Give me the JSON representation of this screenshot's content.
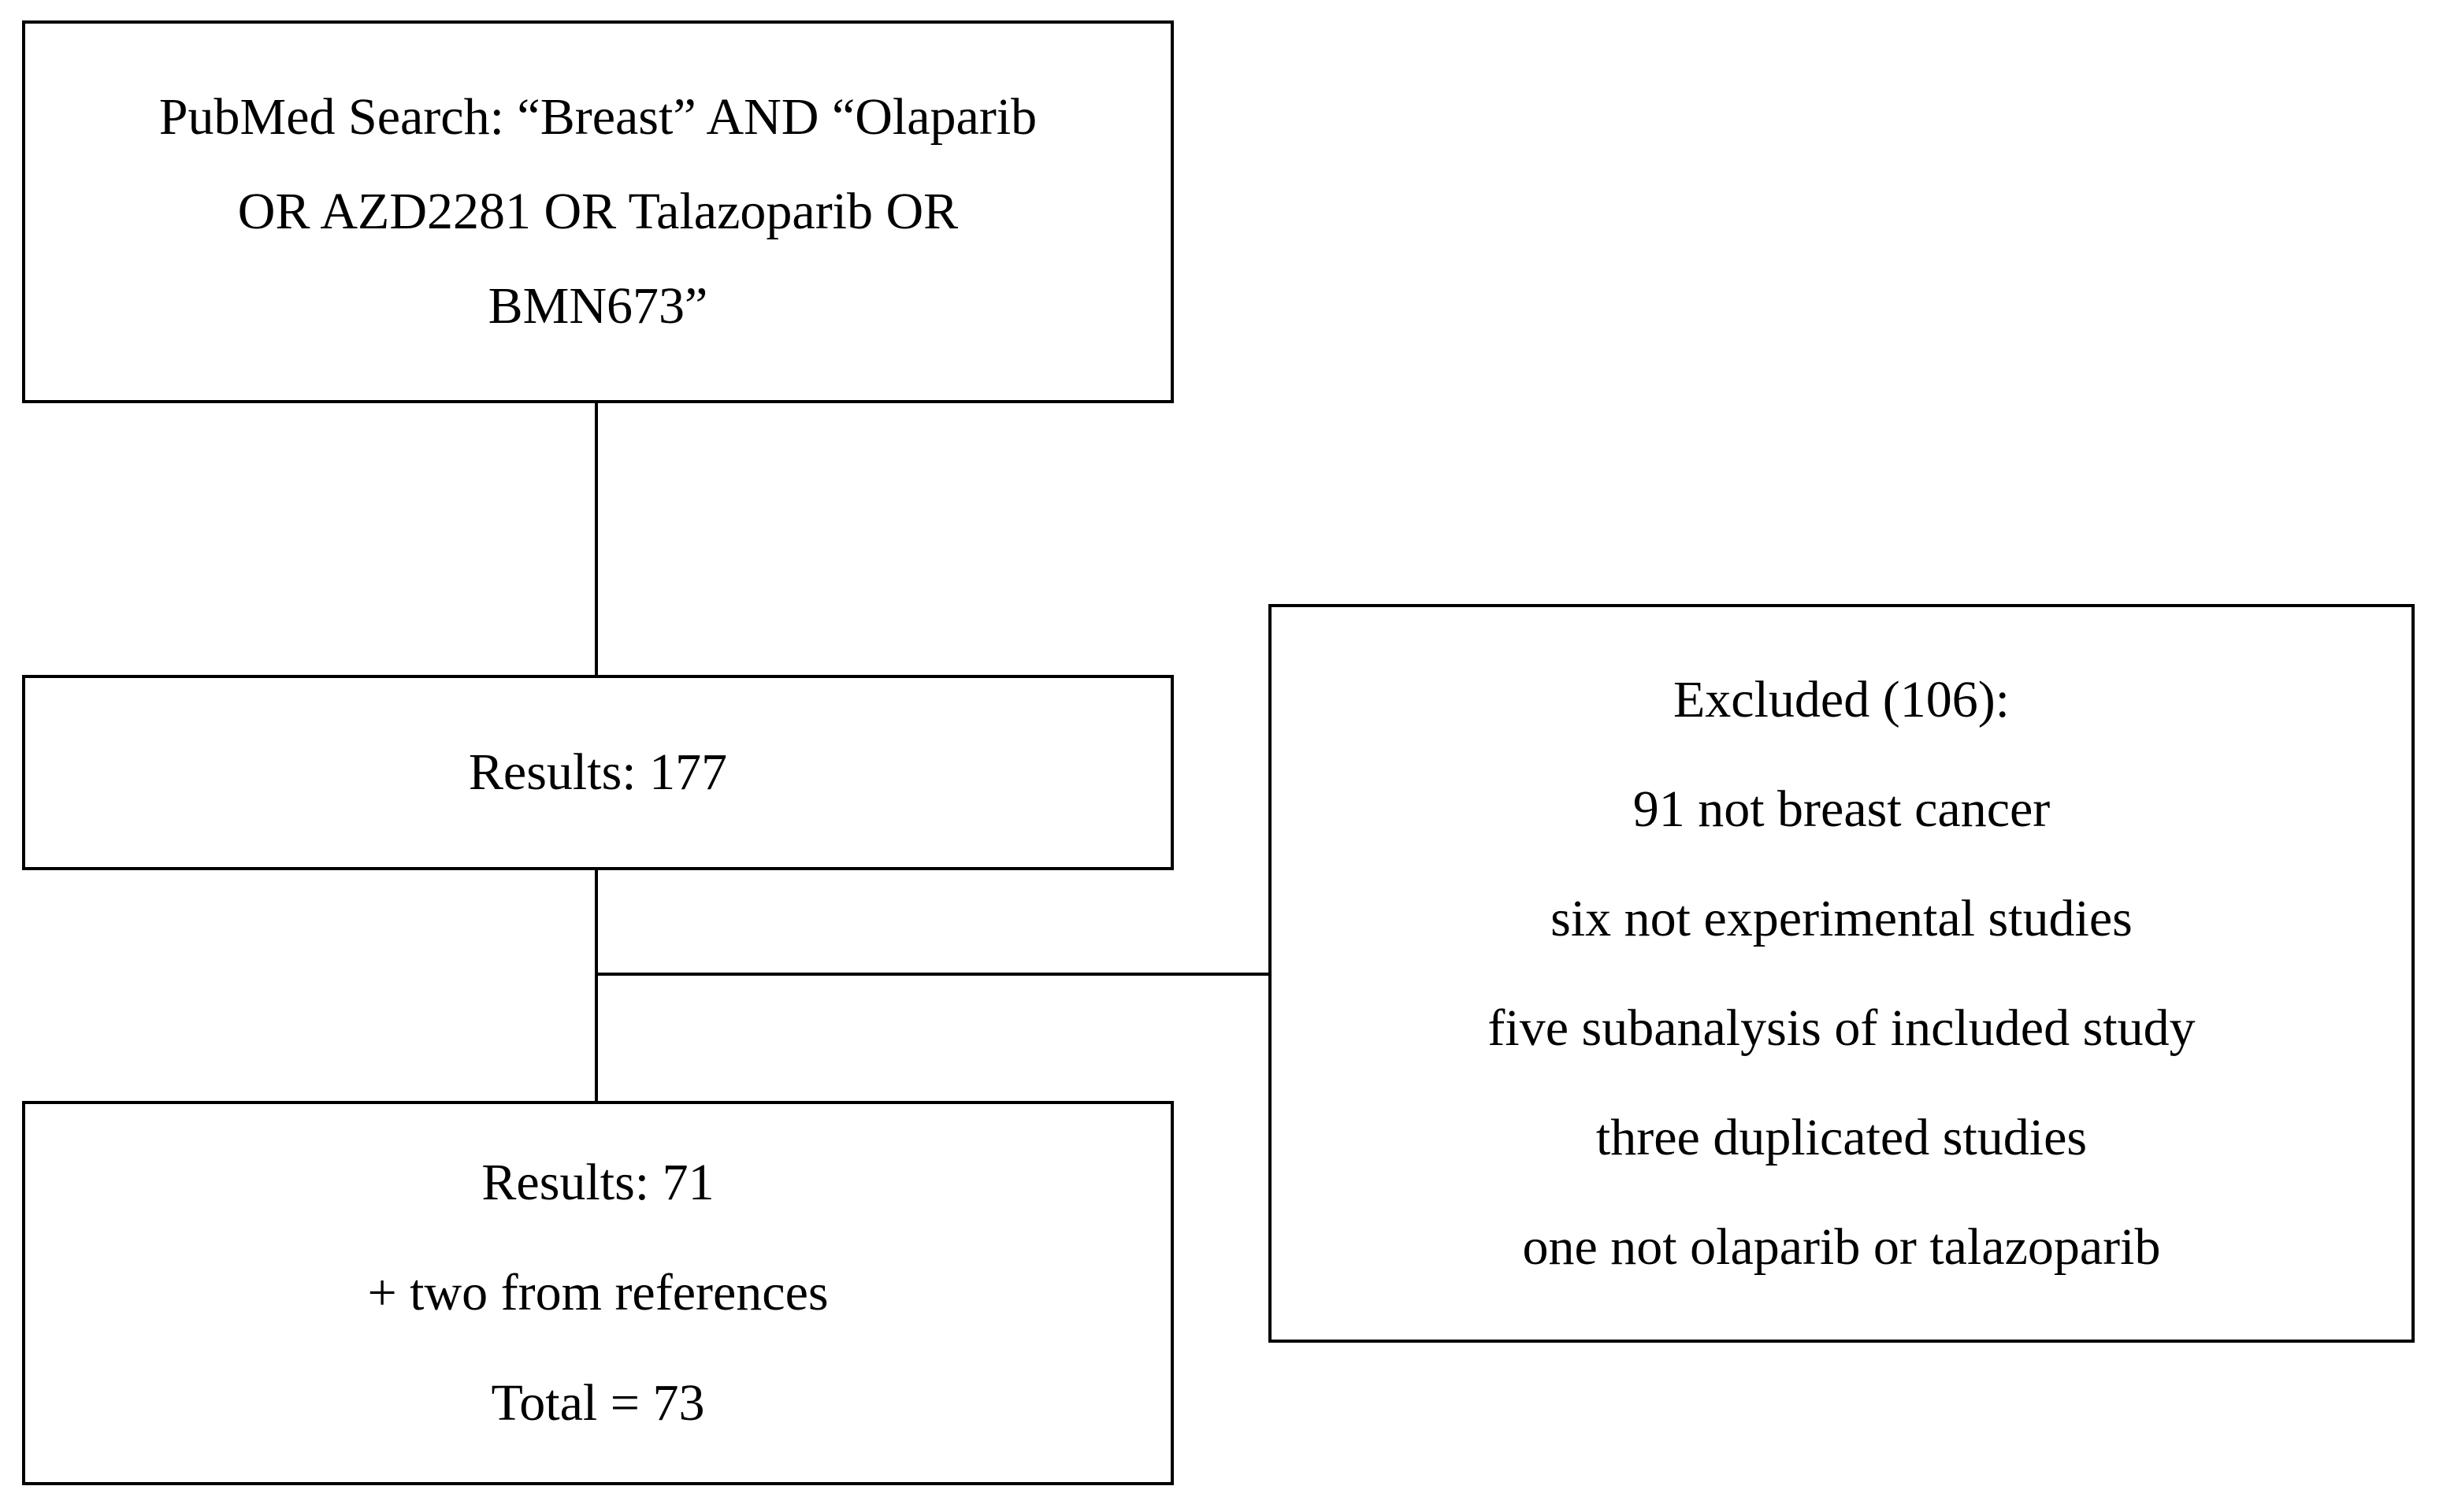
{
  "diagram": {
    "type": "flowchart",
    "colors": {
      "background": "#ffffff",
      "border": "#000000",
      "text": "#000000"
    },
    "boxes": {
      "search": {
        "lines": [
          "PubMed Search: “Breast” AND “Olaparib",
          "OR AZD2281 OR Talazoparib OR",
          "BMN673”"
        ]
      },
      "results_initial": {
        "lines": [
          "Results: 177"
        ]
      },
      "results_final": {
        "lines": [
          "Results: 71",
          "+ two from references",
          "Total = 73"
        ]
      },
      "excluded": {
        "lines": [
          "Excluded (106):",
          "91 not breast cancer",
          "six not experimental studies",
          "five subanalysis of included study",
          "three duplicated studies",
          "one not olaparib or talazoparib"
        ]
      }
    }
  }
}
